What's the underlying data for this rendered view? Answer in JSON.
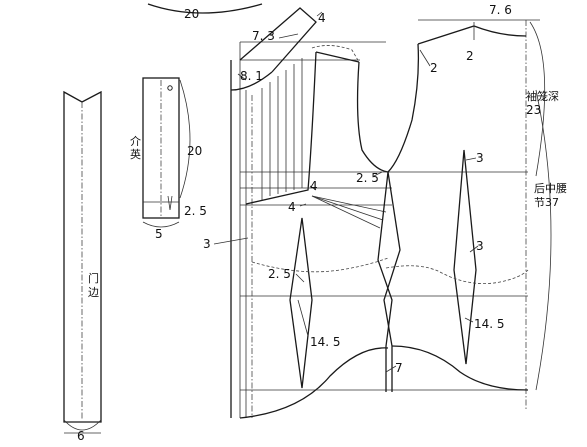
{
  "labels": {
    "top_20": "20",
    "len_7_3": "7. 3",
    "len_4_collar": "4",
    "len_8_1": "8. 1",
    "len_7_6": "7. 6",
    "len_2_back_shoulder": "2",
    "len_2_front_shoulder": "2",
    "armhole_depth": "袖笼深",
    "armhole_depth_value": "23",
    "len_2_5_armhole": "2. 5",
    "back_waist_center": "后中腰",
    "back_waist_center_value": "节37",
    "len_3_back_top": "3",
    "len_3_back_mid": "3",
    "len_14_5_back": "14. 5",
    "len_4_a": "4",
    "len_4_b": "4",
    "len_3_front": "3",
    "len_2_5_front": "2. 5",
    "len_14_5_front": "14. 5",
    "len_7_hem": "7",
    "facing_label": "介英",
    "facing_20": "20",
    "facing_2_5": "2. 5",
    "facing_5": "5",
    "placket_label": "门边",
    "placket_6": "6"
  }
}
